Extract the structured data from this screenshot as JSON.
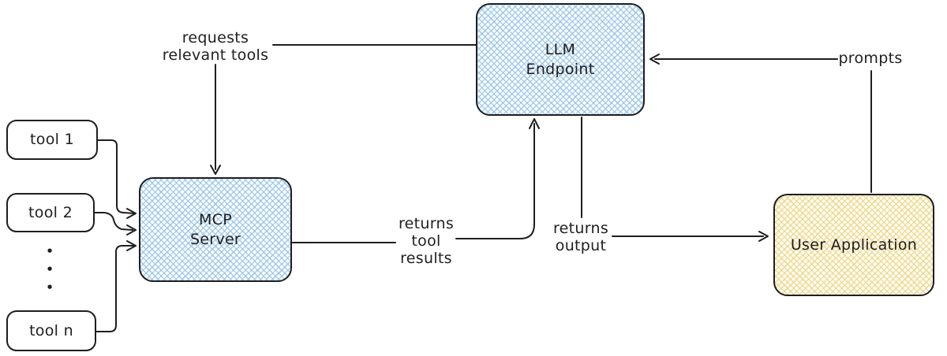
{
  "diagram": {
    "colors": {
      "stroke": "#1e1e1e",
      "blue_hatch": "#94c3e9",
      "yellow_hatch": "#eed688",
      "background": "#ffffff"
    },
    "nodes": {
      "tool_1": {
        "label": "tool 1"
      },
      "tool_2": {
        "label": "tool 2"
      },
      "tool_n": {
        "label": "tool n"
      },
      "ellipsis_dot": "•",
      "mcp_server": {
        "line1": "MCP",
        "line2": "Server"
      },
      "llm_endpoint": {
        "line1": "LLM",
        "line2": "Endpoint"
      },
      "user_application": {
        "label": "User Application"
      }
    },
    "edge_labels": {
      "requests_relevant_tools": {
        "line1": "requests",
        "line2": "relevant tools"
      },
      "returns_tool_results": {
        "line1": "returns",
        "line2": "tool",
        "line3": "results"
      },
      "returns_output": {
        "line1": "returns",
        "line2": "output"
      },
      "prompts": {
        "line1": "prompts"
      }
    }
  }
}
